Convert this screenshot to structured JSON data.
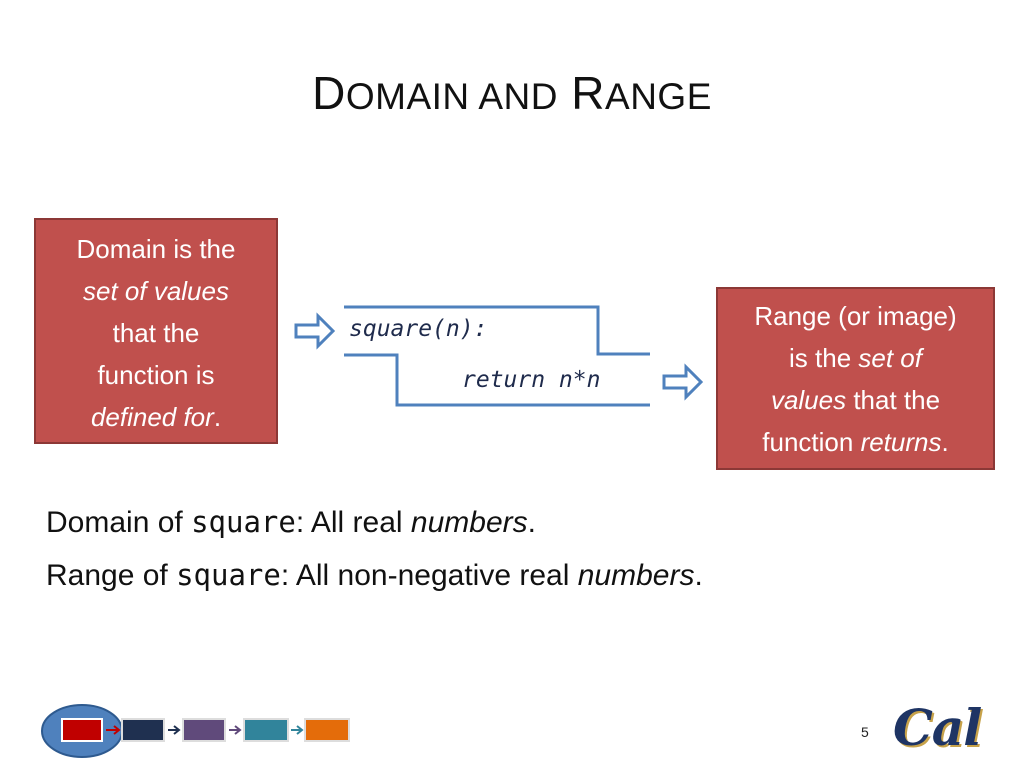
{
  "slide": {
    "title_first_D": "D",
    "title_first_rest": "omain and",
    "title_second_R": "R",
    "title_second_rest": "ange"
  },
  "domain_box": {
    "line1": "Domain is the",
    "line2": "set of values",
    "line3": "that the",
    "line4": "function is",
    "line5_em": "defined for",
    "line5_tail": "."
  },
  "code": {
    "line1": "square(n):",
    "line2": "return n*n"
  },
  "range_box": {
    "line1": "Range (or image)",
    "line2_pre": "is the ",
    "line2_em": "set of",
    "line3_em": "values",
    "line3_tail": " that the",
    "line4_pre": "function ",
    "line4_em": "returns",
    "line4_tail": "."
  },
  "statements": {
    "domain_pre": "Domain of ",
    "domain_code": "square",
    "domain_mid": ": All real ",
    "domain_em": "numbers",
    "domain_tail": ".",
    "range_pre": "Range of ",
    "range_code": "square",
    "range_mid": ": All non-negative real ",
    "range_em": "numbers",
    "range_tail": "."
  },
  "footer": {
    "page_number": "5",
    "logo_text": "Cal",
    "progress_colors": [
      "#c00000",
      "#1f3050",
      "#604a7b",
      "#31849b",
      "#e46c0a"
    ],
    "progress_current_index": 0
  },
  "colors": {
    "box_fill": "#c0504d",
    "box_border": "#8c3836",
    "arrow_stroke": "#4f81bd",
    "code_color": "#1f2b4c"
  }
}
